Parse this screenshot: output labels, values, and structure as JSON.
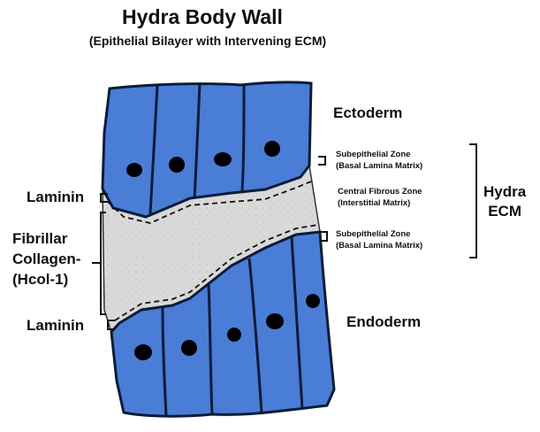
{
  "title": "Hydra Body Wall",
  "subtitle": "(Epithelial Bilayer with Intervening ECM)",
  "labels": {
    "ectoderm": "Ectoderm",
    "endoderm": "Endoderm",
    "laminin_top": "Laminin",
    "laminin_bottom": "Laminin",
    "fibrillar_collagen": [
      "Fibrillar",
      "Collagen-",
      "(Hcol-1)"
    ],
    "subepithelial_zone_top": [
      "Subepithelial Zone",
      "(Basal Lamina Matrix)"
    ],
    "central_fibrous_zone": [
      "Central Fibrous Zone",
      "(Interstitial Matrix)"
    ],
    "subepithelial_zone_bottom": [
      "Subepithelial Zone",
      "(Basal Lamina Matrix)"
    ],
    "hydra_ecm": [
      "Hydra",
      "ECM"
    ]
  },
  "colors": {
    "cell_fill": "#4a7dd6",
    "cell_outline": "#0b1c3a",
    "ecm_fill": "#d9d9d9",
    "nucleus": "#000000"
  }
}
